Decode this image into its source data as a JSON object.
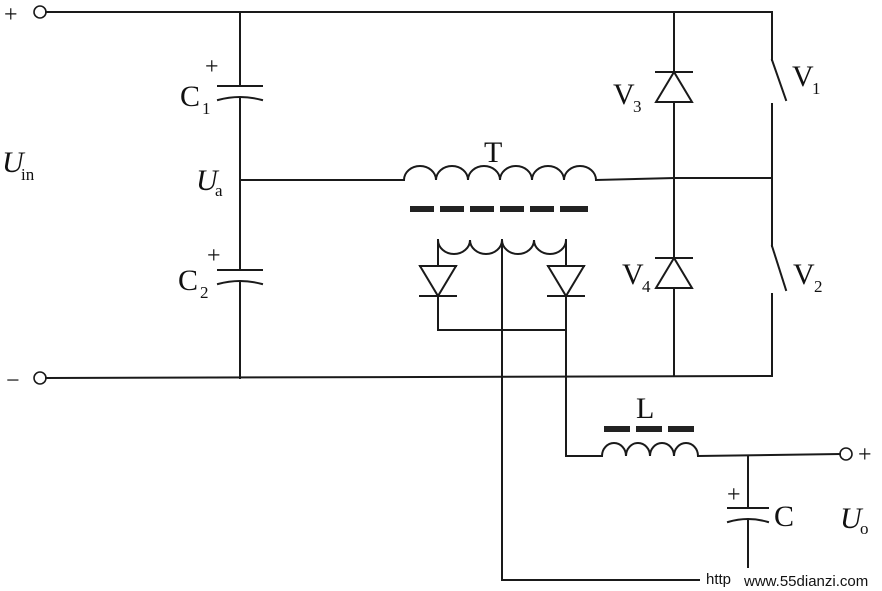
{
  "labels": {
    "uin_main": "U",
    "uin_sub": "in",
    "ua_main": "U",
    "ua_sub": "a",
    "c1_main": "C",
    "c1_sub": "1",
    "c2_main": "C",
    "c2_sub": "2",
    "t": "T",
    "v1_main": "V",
    "v1_sub": "1",
    "v2_main": "V",
    "v2_sub": "2",
    "v3_main": "V",
    "v3_sub": "3",
    "v4_main": "V",
    "v4_sub": "4",
    "l": "L",
    "c": "C",
    "uo_main": "U",
    "uo_sub": "o",
    "plus": "+",
    "minus": "−"
  },
  "watermark": {
    "prefix": "http",
    "url": "www.55dianzi.com"
  }
}
